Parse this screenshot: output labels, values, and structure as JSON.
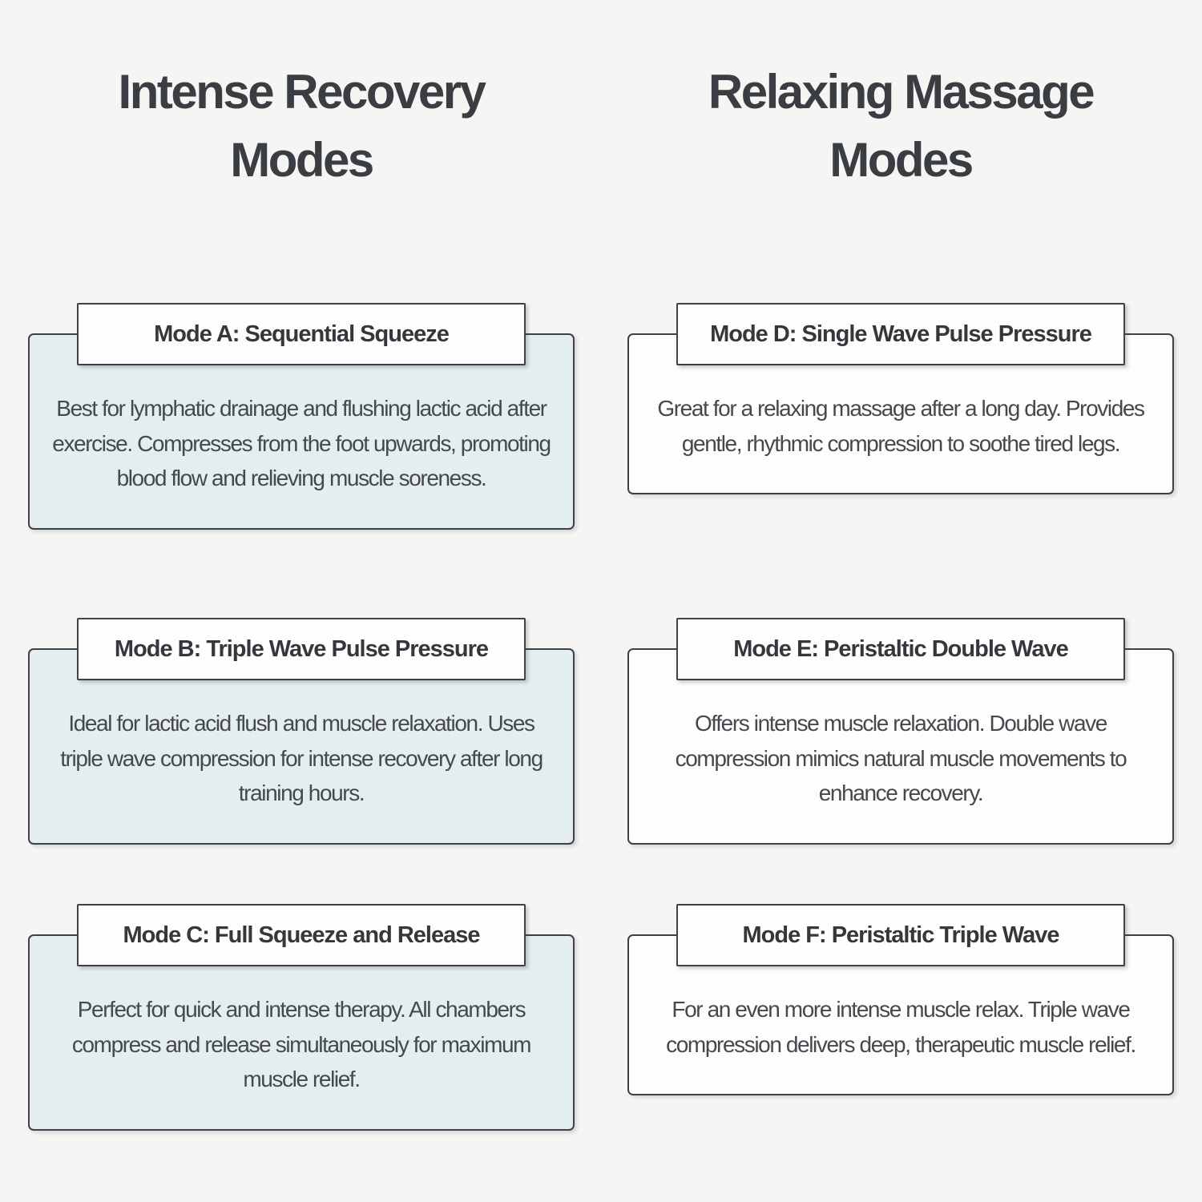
{
  "infographic": {
    "columns": [
      {
        "title": "Intense Recovery Modes",
        "cards": [
          {
            "title": "Mode A: Sequential Squeeze",
            "description": "Best for lymphatic drainage and flushing lactic acid after exercise. Compresses from the foot upwards, promoting blood flow and relieving muscle soreness."
          },
          {
            "title": "Mode B: Triple Wave Pulse Pressure",
            "description": "Ideal for lactic acid flush and muscle relaxation. Uses triple wave compression for intense recovery after long training hours."
          },
          {
            "title": "Mode C: Full Squeeze and Release",
            "description": "Perfect for quick and intense therapy. All chambers compress and release simultaneously for maximum muscle relief."
          }
        ]
      },
      {
        "title": "Relaxing Massage Modes",
        "cards": [
          {
            "title": "Mode D: Single Wave Pulse Pressure",
            "description": "Great for a relaxing massage after a long day. Provides gentle, rhythmic compression to soothe tired legs."
          },
          {
            "title": "Mode E: Peristaltic Double Wave",
            "description": "Offers intense muscle relaxation. Double wave compression mimics natural muscle movements to enhance recovery."
          },
          {
            "title": "Mode F: Peristaltic Triple Wave",
            "description": "For an even more intense muscle relax. Triple wave compression delivers deep, therapeutic muscle relief."
          }
        ]
      }
    ],
    "colors": {
      "page_background": "#f5f5f4",
      "intense_card_background": "#e4eef0",
      "relaxing_card_background": "#fdfdfd",
      "title_box_background": "#fefefe",
      "border": "#3d4247",
      "heading_text": "#3a3e42",
      "title_text": "#34383c",
      "body_text": "#45494d"
    }
  }
}
